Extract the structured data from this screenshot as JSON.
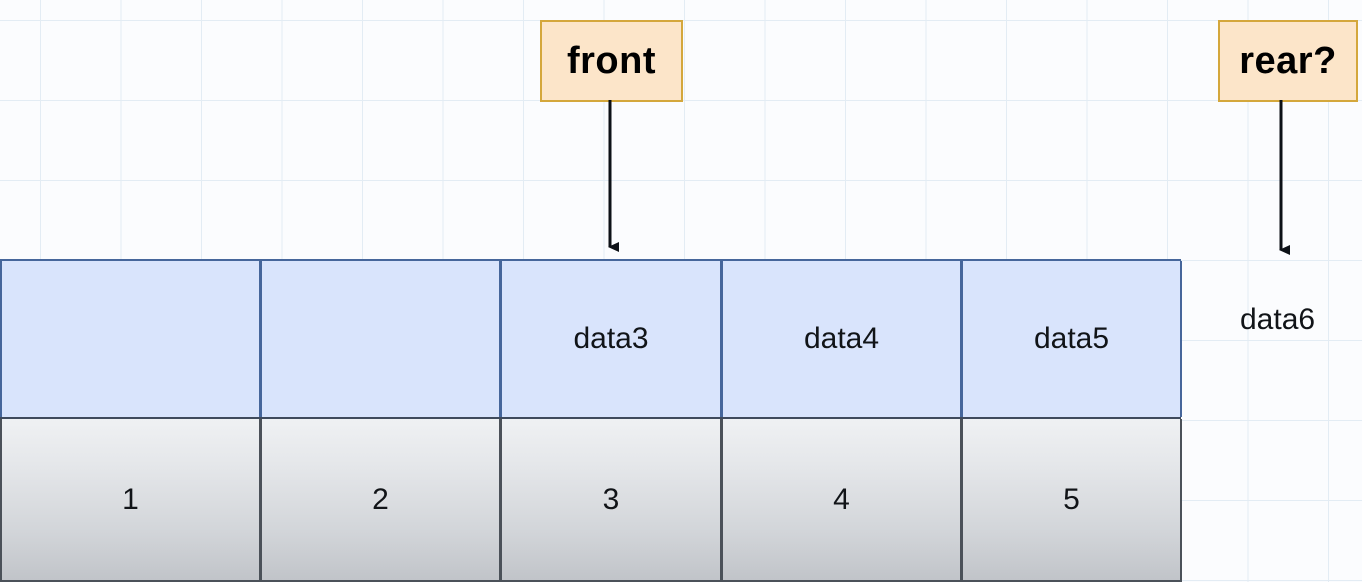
{
  "diagram": {
    "title": "circular-queue-overflow-illustration",
    "colors": {
      "cell_fill": "#d9e4fc",
      "cell_border": "#46669b",
      "index_border": "#4b5159",
      "label_fill": "#fce5c9",
      "label_border": "#d4a73c",
      "grid_line": "#e3ecf4",
      "arrow": "#0d1117",
      "text": "#111418"
    }
  },
  "pointers": [
    {
      "id": "front",
      "label": "front",
      "target_index": 3,
      "arrow": "down-arrow-icon"
    },
    {
      "id": "rear",
      "label": "rear?",
      "target_index": 6,
      "arrow": "down-arrow-icon"
    }
  ],
  "array": {
    "data_row": [
      {
        "index": "1",
        "value": ""
      },
      {
        "index": "2",
        "value": ""
      },
      {
        "index": "3",
        "value": "data3"
      },
      {
        "index": "4",
        "value": "data4"
      },
      {
        "index": "5",
        "value": "data5"
      }
    ],
    "index_row": [
      "1",
      "2",
      "3",
      "4",
      "5"
    ]
  },
  "outside": {
    "label": "data6"
  }
}
